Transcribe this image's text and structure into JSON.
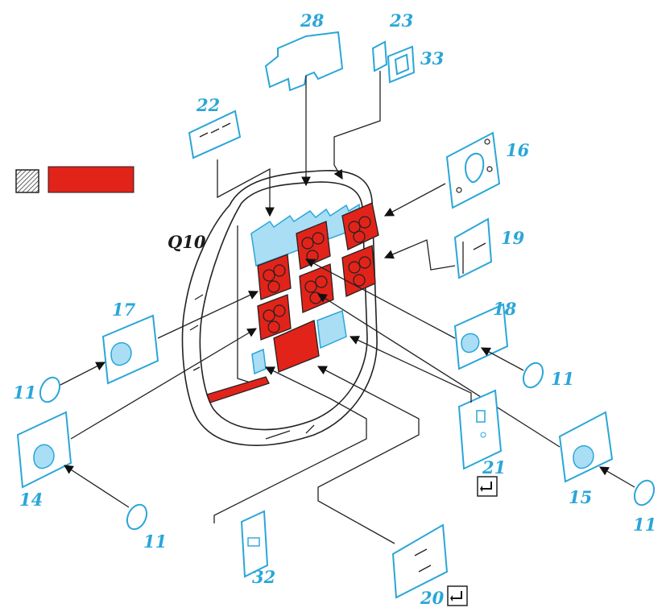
{
  "diagram": {
    "labels": {
      "l28": "28",
      "l23": "23",
      "l33": "33",
      "l22": "22",
      "l16": "16",
      "q10": "Q10",
      "l19": "19",
      "l17": "17",
      "l18": "18",
      "l11a": "11",
      "l11b": "11",
      "l11c": "11",
      "l11d": "11",
      "l14": "14",
      "l15": "15",
      "l21": "21",
      "l20": "20",
      "l32": "32"
    },
    "colors": {
      "red": "#e2231a",
      "blue": "#2aa6d8",
      "light_blue": "#a9def5",
      "line": "#222222"
    },
    "icons": {
      "legend_icon": "hatched-square-icon",
      "return_icon": "return-arrow-icon"
    }
  }
}
